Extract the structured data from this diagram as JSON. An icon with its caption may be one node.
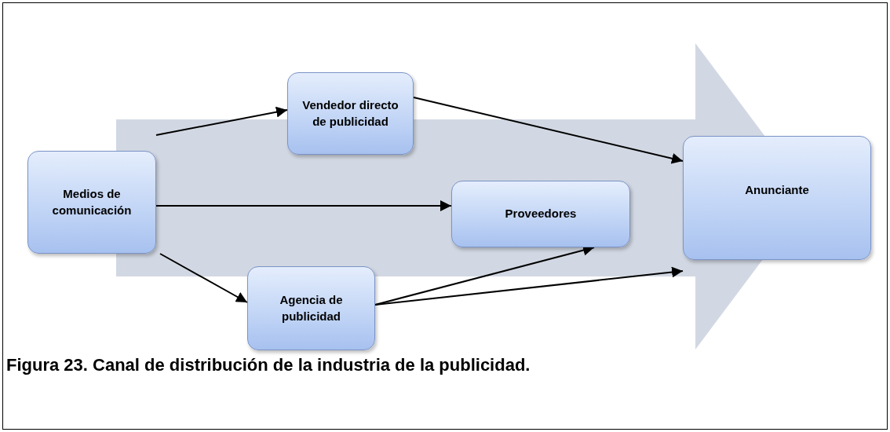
{
  "diagram": {
    "caption": "Figura 23. Canal de distribución de la industria de la publicidad.",
    "nodes": [
      {
        "text": [
          "Medios de comunicación"
        ]
      },
      {
        "text": [
          "Vendedor directo de publicidad"
        ]
      },
      {
        "text": [
          "Proveedores"
        ]
      },
      {
        "text": [
          "Agencia de publicidad"
        ]
      },
      {
        "text": [
          "Anunciante"
        ]
      }
    ],
    "edges": [
      {
        "from": 0,
        "to": 1,
        "arrow": "to"
      },
      {
        "from": 0,
        "to": 2,
        "arrow": "to"
      },
      {
        "from": 0,
        "to": 3,
        "arrow": "to"
      },
      {
        "from": 1,
        "to": 4,
        "arrow": "to"
      },
      {
        "from": 3,
        "to": 2,
        "arrow": "to"
      },
      {
        "from": 3,
        "to": 4,
        "arrow": "to"
      }
    ]
  }
}
